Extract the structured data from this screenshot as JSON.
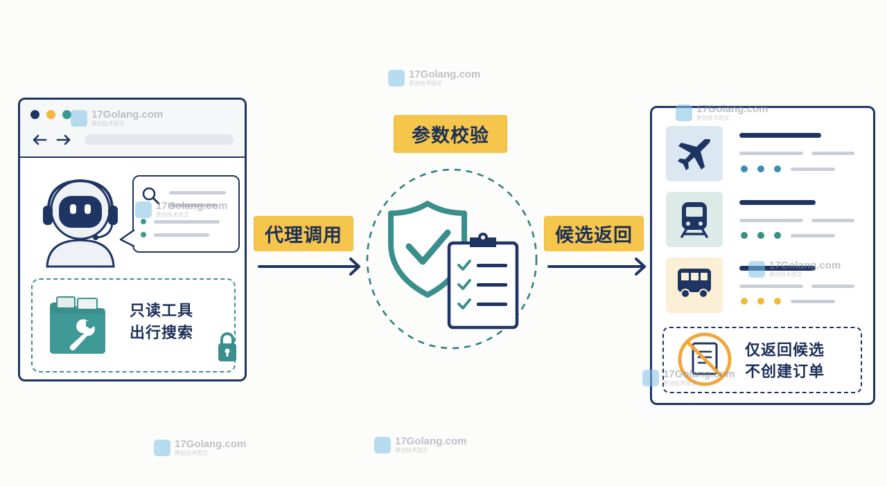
{
  "left_panel": {
    "tool_line1": "只读工具",
    "tool_line2": "出行搜索"
  },
  "steps": {
    "proxy_call": "代理调用",
    "param_check": "参数校验",
    "return_candidates": "候选返回"
  },
  "right_panel": {
    "results": [
      {
        "icon": "airplane-icon",
        "tint": "#dbe8f1",
        "dot_color": "#3a8fb0"
      },
      {
        "icon": "train-icon",
        "tint": "#dcebe8",
        "dot_color": "#3a9087"
      },
      {
        "icon": "bus-icon",
        "tint": "#fbf0d6",
        "dot_color": "#f0b93a"
      }
    ],
    "note_line1": "仅返回候选",
    "note_line2": "不创建订单"
  },
  "watermark": {
    "site": "17Golang.com",
    "sub": "原创技术图文"
  },
  "colors": {
    "navy": "#1e3463",
    "teal": "#3a8f8c",
    "highlight": "#f5c54c",
    "orange": "#f0a63a"
  }
}
